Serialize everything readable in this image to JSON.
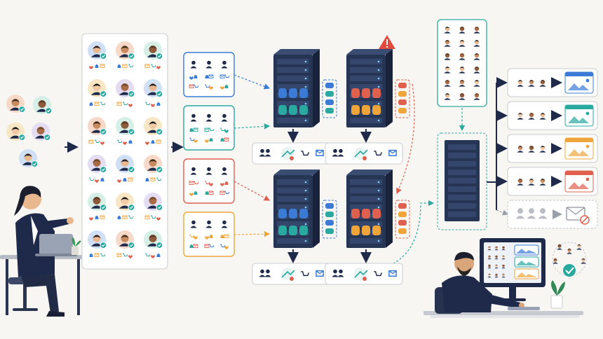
{
  "colors": {
    "background": "#f7f6f2",
    "navy": "#1f2a4a",
    "server_dark": "#263553",
    "blue": "#3b7bd6",
    "teal": "#2aa9a0",
    "red": "#e0604f",
    "orange": "#f0a53a",
    "green": "#2fb36a",
    "gray": "#b9bcc2",
    "panel_border": "#c9ccd2"
  },
  "icons": {
    "heart": "heart-icon",
    "bell": "bell-icon",
    "mail": "envelope-icon",
    "cart": "cart-icon",
    "check": "check-badge-icon",
    "warning": "warning-icon",
    "image": "image-card-icon",
    "blocked": "blocked-mail-icon"
  },
  "diagram": {
    "incoming_users": 5,
    "source_grid": {
      "rows": 6,
      "cols": 3
    },
    "segments": [
      {
        "name": "segment-blue",
        "color": "#3b7bd6"
      },
      {
        "name": "segment-teal",
        "color": "#2aa9a0"
      },
      {
        "name": "segment-red",
        "color": "#e0604f"
      },
      {
        "name": "segment-orange",
        "color": "#f0a53a"
      }
    ],
    "servers": [
      {
        "name": "server-top-left",
        "disk_color": "#3b7bd6",
        "disk_color_2": "#2aa9a0",
        "alert": false
      },
      {
        "name": "server-top-right",
        "disk_color": "#e0604f",
        "disk_color_2": "#f0a53a",
        "alert": true
      },
      {
        "name": "server-bottom-left",
        "disk_color": "#3b7bd6",
        "disk_color_2": "#2aa9a0",
        "alert": false
      },
      {
        "name": "server-bottom-right",
        "disk_color": "#e0604f",
        "disk_color_2": "#f0a53a",
        "alert": false
      }
    ],
    "profile_grid": {
      "rows": 6,
      "cols": 3
    },
    "output_rows": [
      {
        "name": "output-row-blue",
        "color": "#3b7bd6",
        "disabled": false
      },
      {
        "name": "output-row-teal",
        "color": "#2aa9a0",
        "disabled": false
      },
      {
        "name": "output-row-orange",
        "color": "#f0a53a",
        "disabled": false
      },
      {
        "name": "output-row-red",
        "color": "#e0604f",
        "disabled": false
      },
      {
        "name": "output-row-blocked",
        "color": "#b9bcc2",
        "disabled": true
      }
    ]
  }
}
